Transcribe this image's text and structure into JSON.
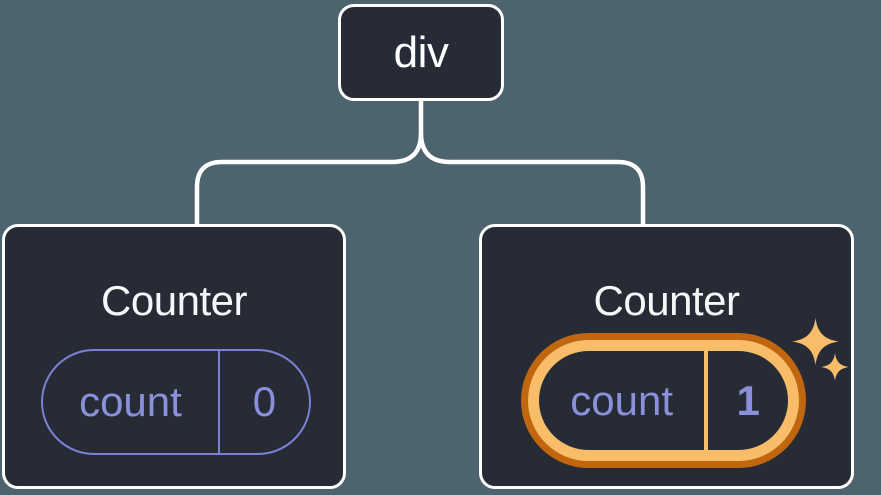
{
  "page": {
    "background": "#4d646e"
  },
  "diagram": {
    "root": {
      "label": "div"
    },
    "children": [
      {
        "title": "Counter",
        "state": {
          "key": "count",
          "value": "0"
        },
        "highlighted": false
      },
      {
        "title": "Counter",
        "state": {
          "key": "count",
          "value": "1"
        },
        "highlighted": true
      }
    ],
    "colors": {
      "line": "#ffffff",
      "node_background": "#262b35",
      "node_border": "#ffffff",
      "title_text": "#f6f7f9",
      "state_text": "#8a90dc",
      "state_pill_border": "#7b81d4",
      "highlight_ring_outer": "#c0660f",
      "highlight_ring_inner": "#f9bd69",
      "sparkle": "#f9bd69"
    },
    "icons": {
      "highlight_large": "sparkle-icon",
      "highlight_small": "sparkle-icon-small"
    }
  }
}
